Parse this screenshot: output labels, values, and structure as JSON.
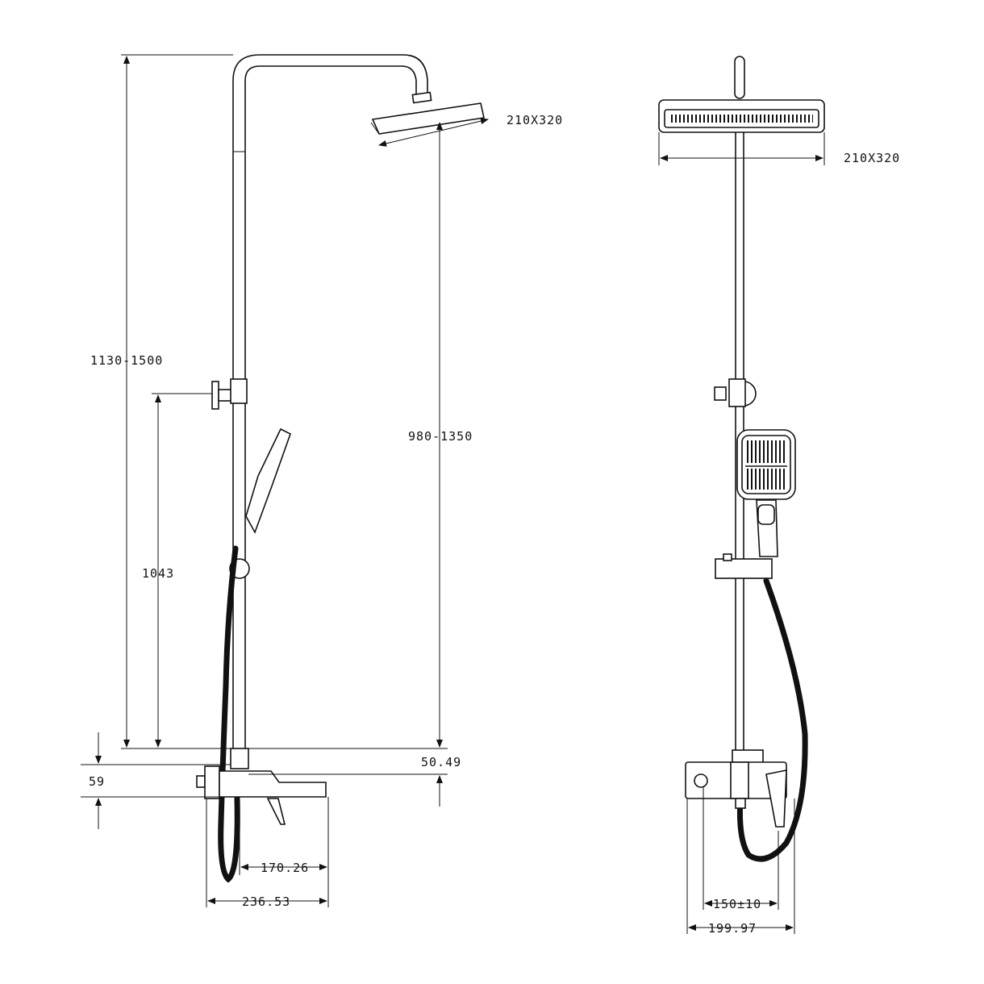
{
  "side_view": {
    "head_size": "210X320",
    "total_height": "1130-1500",
    "head_height": "980-1350",
    "diverter_height": "1043",
    "spout_offset": "50.49",
    "mixer_height": "59",
    "spout_reach_inner": "170.26",
    "spout_reach_outer": "236.53"
  },
  "front_view": {
    "head_size": "210X320",
    "inlet_spacing": "150±10",
    "mixer_width": "199.97"
  }
}
